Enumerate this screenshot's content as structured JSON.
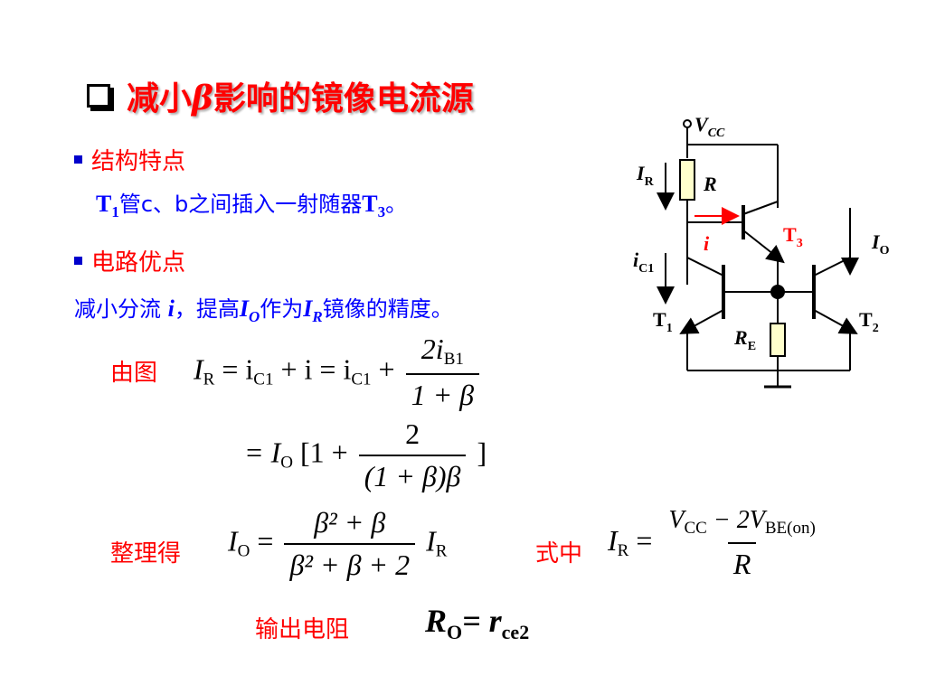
{
  "title": {
    "prefix": "减小",
    "beta": "β",
    "suffix": "影响的镜像电流源"
  },
  "section1": {
    "heading": "结构特点",
    "line_t1": "T",
    "line_t1_sub": "1",
    "line_mid": "管c、b之间插入一射随器",
    "line_t3": "T",
    "line_t3_sub": "3",
    "line_end": "。"
  },
  "section2": {
    "heading": "电路优点",
    "p1": "减小分流 ",
    "p_i": "i",
    "p2": "，提高",
    "p_io": "I",
    "p_io_sub": "O",
    "p3": "作为",
    "p_ir": "I",
    "p_ir_sub": "R",
    "p4": "镜像的精度。"
  },
  "labels": {
    "from_figure": "由图",
    "rearranged": "整理得",
    "where": "式中",
    "output_resistance": "输出电阻"
  },
  "equations": {
    "eq1": {
      "lhs": "I",
      "lhs_sub": "R",
      "mid": "= i",
      "mid_sub": "C1",
      "mid2": "+ i = i",
      "mid2_sub": "C1",
      "plus": "+",
      "num": "2i",
      "num_sub": "B1",
      "den": "1 + β"
    },
    "eq2": {
      "lhs": "= I",
      "lhs_sub": "O",
      "bracket_open": "[1 +",
      "num": "2",
      "den": "(1 + β)β",
      "bracket_close": "]"
    },
    "eq3": {
      "lhs": "I",
      "lhs_sub": "O",
      "eq": "=",
      "num": "β² + β",
      "den": "β² + β + 2",
      "rhs": "I",
      "rhs_sub": "R"
    },
    "eq4": {
      "lhs": "I",
      "lhs_sub": "R",
      "eq": "=",
      "num_a": "V",
      "num_a_sub": "CC",
      "num_b": "− 2V",
      "num_b_sub": "BE(on)",
      "den": "R"
    },
    "eq5": {
      "lhs": "R",
      "lhs_sub": "O",
      "eq": "= r",
      "rhs_sub": "ce2"
    }
  },
  "circuit": {
    "vcc": "V",
    "vcc_sub": "CC",
    "ir": "I",
    "ir_sub": "R",
    "r": "R",
    "i": "i",
    "t3": "T",
    "t3_sub": "3",
    "io": "I",
    "io_sub": "O",
    "ic1": "i",
    "ic1_sub": "C1",
    "t1": "T",
    "t1_sub": "1",
    "re": "R",
    "re_sub": "E",
    "t2": "T",
    "t2_sub": "2"
  },
  "colors": {
    "accent_red": "#ff0000",
    "text_blue": "#0000ff",
    "bullet_blue": "#0000cc"
  }
}
